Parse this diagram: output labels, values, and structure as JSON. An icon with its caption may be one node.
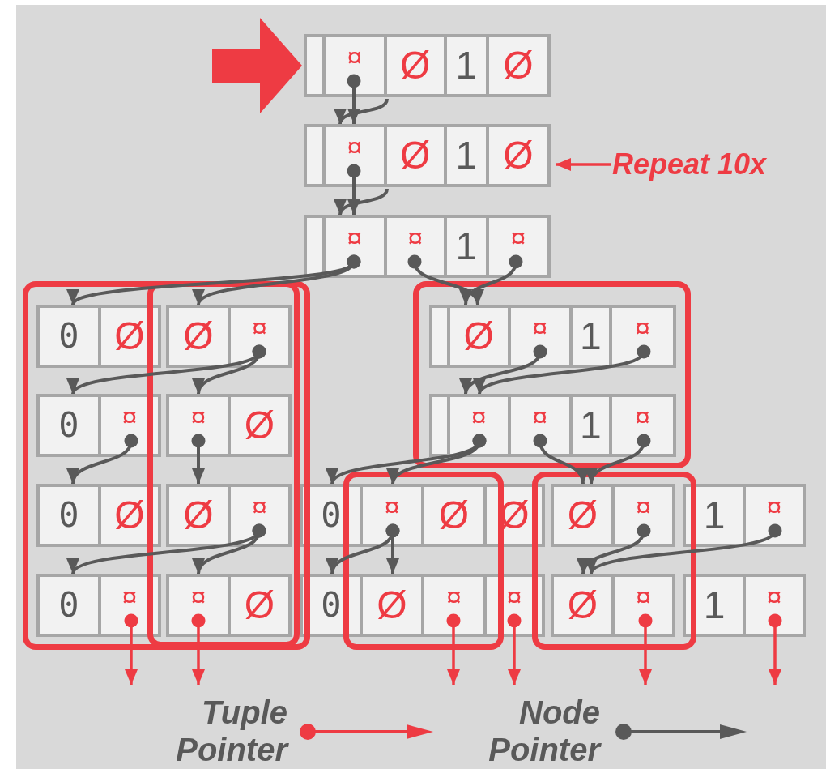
{
  "diagram": {
    "nodes": [
      {
        "text": [
          "¤",
          "Ø",
          "1",
          "Ø"
        ]
      },
      {
        "text": [
          "¤",
          "Ø",
          "1",
          "Ø"
        ]
      },
      {
        "text": [
          "¤",
          "¤",
          "1",
          "¤"
        ]
      },
      {
        "text": [
          "0",
          "Ø"
        ]
      },
      {
        "text": [
          "Ø",
          "¤"
        ]
      },
      {
        "text": [
          "Ø",
          "¤",
          "1",
          "¤"
        ]
      },
      {
        "text": [
          "0",
          "¤"
        ]
      },
      {
        "text": [
          "¤",
          "Ø"
        ]
      },
      {
        "text": [
          "¤",
          "¤",
          "1",
          "¤"
        ]
      },
      {
        "text": [
          "0",
          "Ø"
        ]
      },
      {
        "text": [
          "Ø",
          "¤"
        ]
      },
      {
        "text": [
          "0",
          "¤",
          "Ø",
          "Ø"
        ]
      },
      {
        "text": [
          "Ø",
          "¤"
        ]
      },
      {
        "text": [
          "1",
          "¤"
        ]
      },
      {
        "text": [
          "0",
          "¤"
        ]
      },
      {
        "text": [
          "¤",
          "Ø"
        ]
      },
      {
        "text": [
          "0",
          "Ø",
          "¤",
          "¤"
        ]
      },
      {
        "text": [
          "Ø",
          "¤"
        ]
      },
      {
        "text": [
          "1",
          "¤"
        ]
      },
      {
        "text": [
          "Repeat 10x"
        ]
      }
    ],
    "edges": [
      {
        "from": null,
        "to": 0,
        "arrow": "to",
        "style": "thick",
        "color": "#ee3b43"
      },
      {
        "from": 0,
        "to": 1,
        "arrow": "to"
      },
      {
        "from": 0,
        "to": 1,
        "arrow": "to"
      },
      {
        "from": 1,
        "to": 2,
        "arrow": "to"
      },
      {
        "from": 1,
        "to": 2,
        "arrow": "to"
      },
      {
        "from": 2,
        "to": 3,
        "arrow": "to"
      },
      {
        "from": 2,
        "to": 4,
        "arrow": "to"
      },
      {
        "from": 2,
        "to": 5,
        "arrow": "to"
      },
      {
        "from": 2,
        "to": 5,
        "arrow": "to"
      },
      {
        "from": 4,
        "to": 6,
        "arrow": "to"
      },
      {
        "from": 4,
        "to": 7,
        "arrow": "to"
      },
      {
        "from": 5,
        "to": 8,
        "arrow": "to"
      },
      {
        "from": 5,
        "to": 8,
        "arrow": "to"
      },
      {
        "from": 6,
        "to": 9,
        "arrow": "to"
      },
      {
        "from": 7,
        "to": 10,
        "arrow": "to"
      },
      {
        "from": 8,
        "to": 11,
        "arrow": "to"
      },
      {
        "from": 8,
        "to": 11,
        "arrow": "to"
      },
      {
        "from": 8,
        "to": 12,
        "arrow": "to"
      },
      {
        "from": 8,
        "to": 12,
        "arrow": "to"
      },
      {
        "from": 10,
        "to": 14,
        "arrow": "to"
      },
      {
        "from": 10,
        "to": 15,
        "arrow": "to"
      },
      {
        "from": 11,
        "to": 16,
        "arrow": "to"
      },
      {
        "from": 11,
        "to": 16,
        "arrow": "to"
      },
      {
        "from": 12,
        "to": 17,
        "arrow": "to"
      },
      {
        "from": 13,
        "to": 17,
        "arrow": "to"
      },
      {
        "from": 14,
        "to": null,
        "arrow": "to",
        "color": "#ee3b43"
      },
      {
        "from": 15,
        "to": null,
        "arrow": "to",
        "color": "#ee3b43"
      },
      {
        "from": 16,
        "to": null,
        "arrow": "to",
        "color": "#ee3b43"
      },
      {
        "from": 16,
        "to": null,
        "arrow": "to",
        "color": "#ee3b43"
      },
      {
        "from": 17,
        "to": null,
        "arrow": "to",
        "color": "#ee3b43"
      },
      {
        "from": 18,
        "to": null,
        "arrow": "to",
        "color": "#ee3b43"
      },
      {
        "from": 19,
        "to": 1,
        "arrow": "to",
        "color": "#ee3b43"
      }
    ],
    "legend": [
      {
        "text": "Tuple Pointer"
      },
      {
        "text": "Node Pointer"
      }
    ]
  }
}
